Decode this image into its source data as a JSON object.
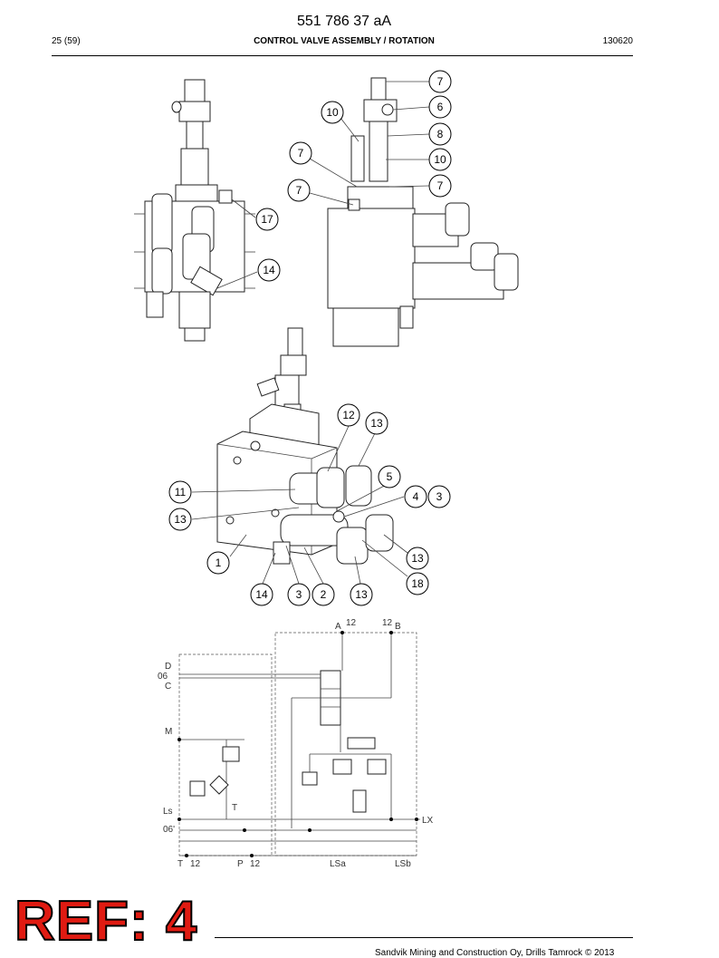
{
  "header": {
    "doc_number": "551 786 37 aA",
    "page": "25 (59)",
    "title": "CONTROL VALVE ASSEMBLY / ROTATION",
    "code": "130620"
  },
  "callouts": {
    "top_right": [
      "7",
      "6",
      "10",
      "8",
      "7",
      "10",
      "7",
      "7"
    ],
    "top_left": [
      "17",
      "14"
    ],
    "middle": [
      "12",
      "13",
      "5",
      "4",
      "3",
      "11",
      "13",
      "1",
      "13",
      "18",
      "14",
      "3",
      "2",
      "13"
    ]
  },
  "schematic_labels": {
    "A": "A",
    "A_size": "12",
    "B": "B",
    "B_size": "12",
    "D": "D",
    "O6": "06",
    "C": "C",
    "M": "M",
    "Ls": "Ls",
    "O6b": "06'",
    "T": "T",
    "T_size": "12",
    "P": "P",
    "P_size": "12",
    "LSa": "LSa",
    "LSb": "LSb",
    "LX": "LX",
    "Tsmall": "T"
  },
  "footer": {
    "text": "Sandvik Mining and Construction Oy, Drills Tamrock © 2013"
  },
  "stamp": {
    "text": "REF: 4"
  }
}
